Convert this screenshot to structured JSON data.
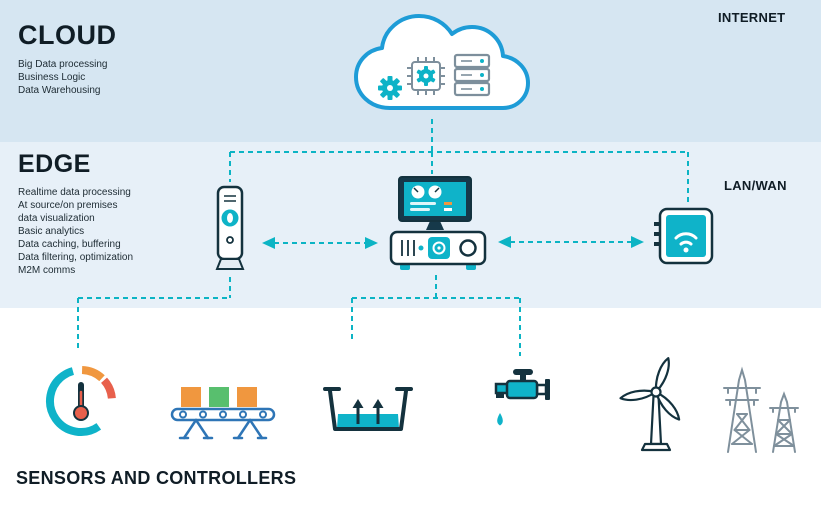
{
  "title": "Cloud - Edge - Sensors IoT architecture diagram",
  "colors": {
    "cloud_band": "#d6e6f2",
    "edge_band": "#e7f0f8",
    "sensors_band": "#ffffff",
    "accent_teal": "#0db3c7",
    "connector_teal": "#0cb4c4",
    "dark_outline": "#14323e",
    "cloud_outline_blue": "#1e9cd7",
    "conveyor_blue": "#2e75b6",
    "box_orange": "#f0973f",
    "box_green": "#58bf6e",
    "tower_grey": "#7f909c",
    "thermo_red": "#e8604c"
  },
  "cloud": {
    "title": "CLOUD",
    "lines": [
      "Big Data processing",
      "Business Logic",
      "Data Warehousing"
    ],
    "internet_label": "INTERNET",
    "icons": [
      "gear-icon",
      "chip-gear-icon",
      "server-stack-icon"
    ]
  },
  "edge": {
    "title": "EDGE",
    "lines": [
      "Realtime data processing",
      "At source/on premises",
      "data visualization",
      "Basic analytics",
      "Data caching, buffering",
      "Data filtering, optimization",
      "M2M comms"
    ],
    "lanwan_label": "LAN/WAN",
    "devices": [
      "edge-node-device",
      "edge-display-monitor",
      "edge-server-gateway",
      "iot-wifi-tablet"
    ]
  },
  "sensors": {
    "title": "SENSORS AND CONTROLLERS",
    "icons": [
      "temperature-gauge",
      "conveyor-with-boxes",
      "container-bin",
      "water-valve",
      "wind-turbine",
      "power-transmission-towers"
    ]
  }
}
